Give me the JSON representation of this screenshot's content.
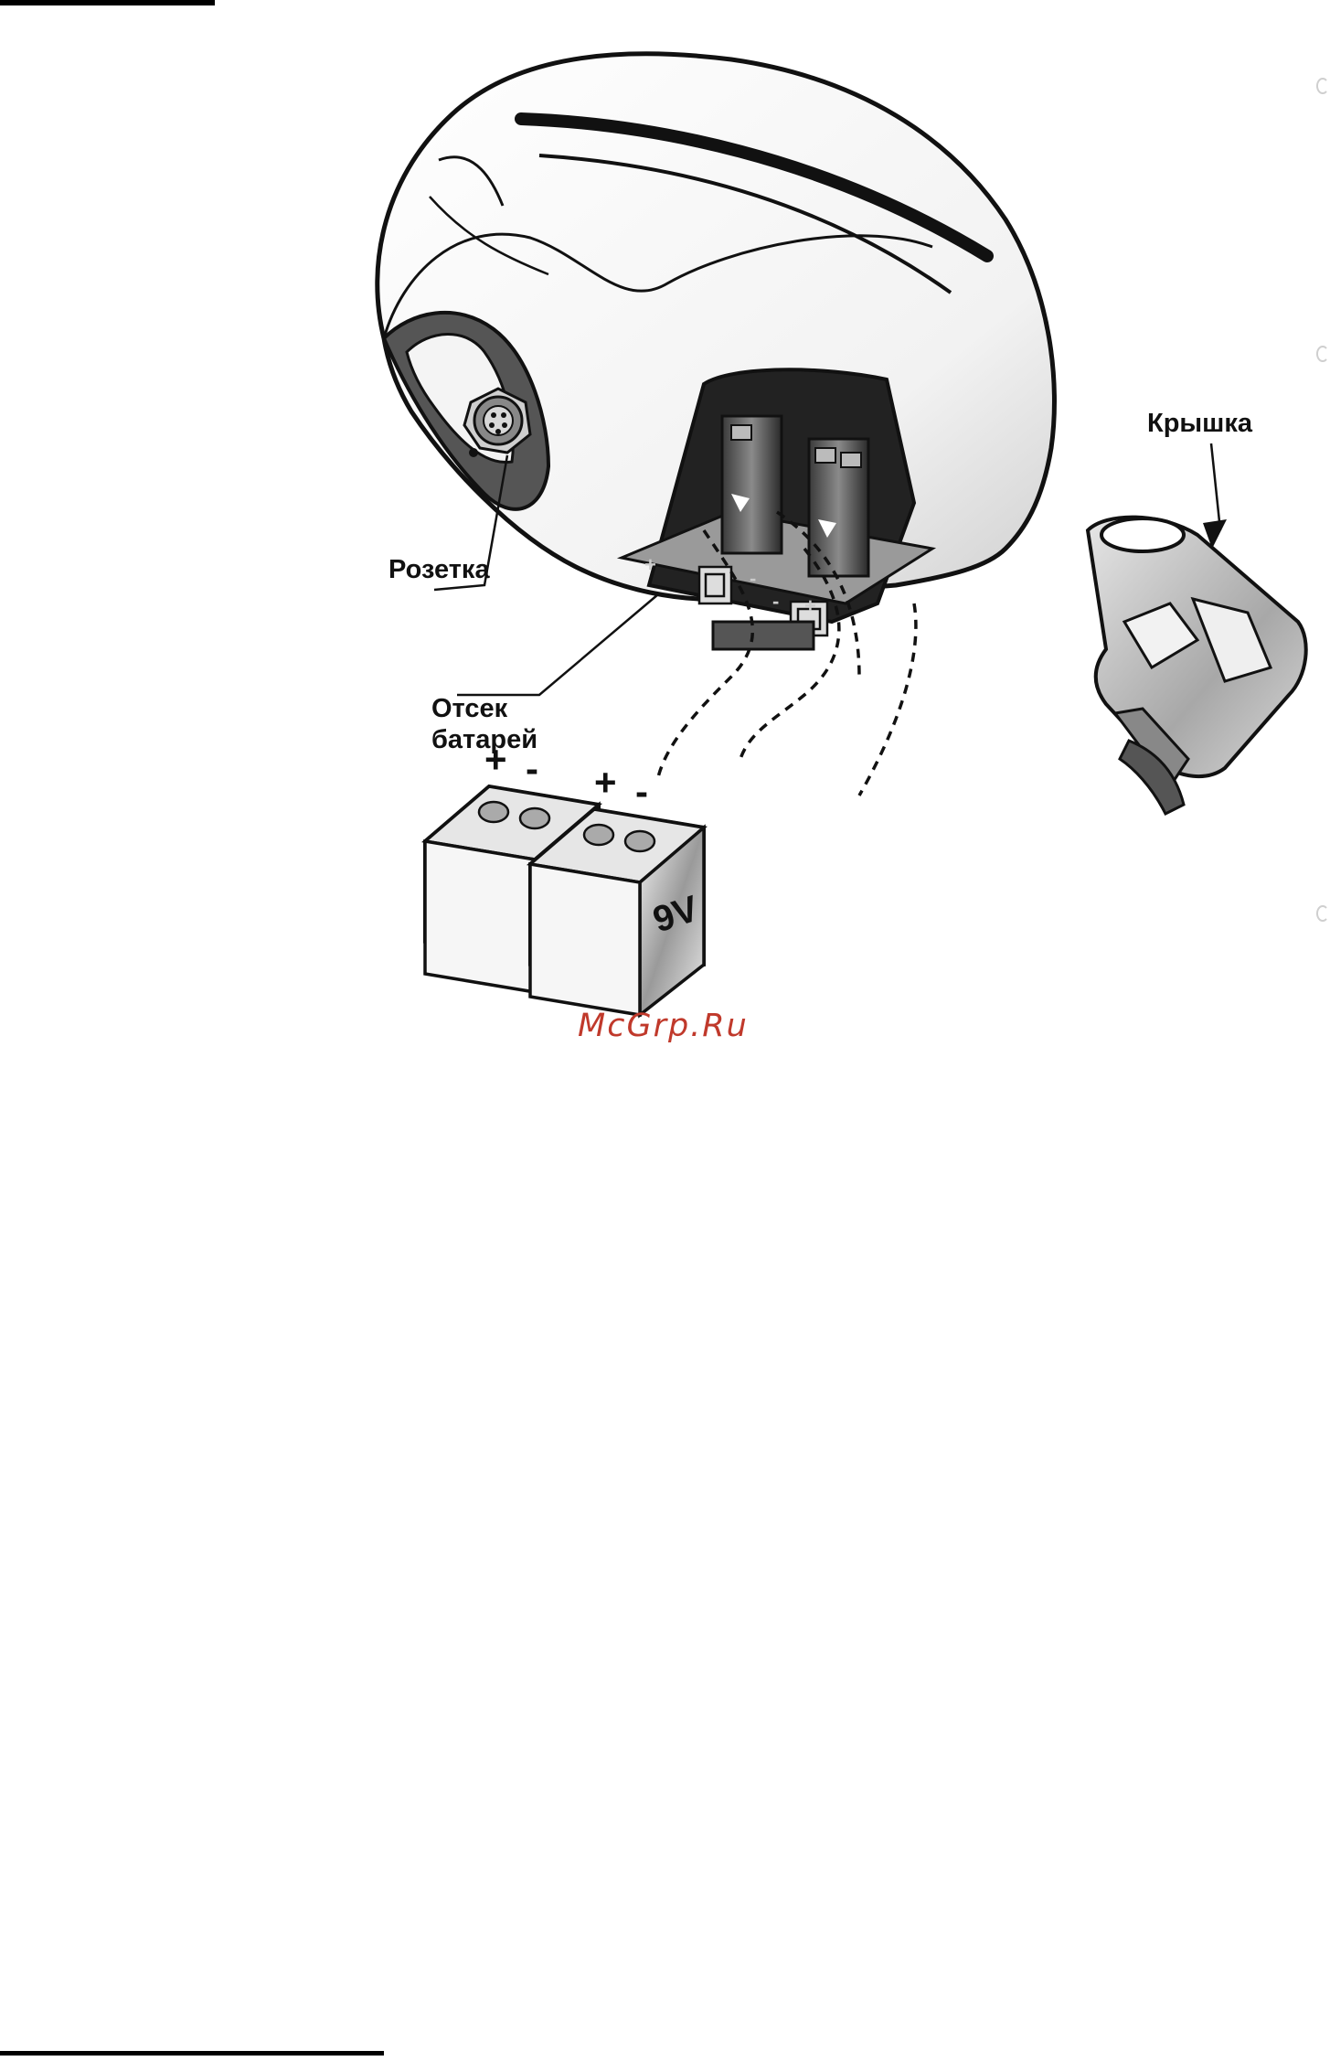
{
  "labels": {
    "socket": "Розетка",
    "compartment_line1": "Отсек",
    "compartment_line2": "батарей",
    "cover": "Крышка"
  },
  "battery_label": "9V",
  "polarity": {
    "plus": "+",
    "minus": "-"
  },
  "watermark": "McGrp.Ru"
}
